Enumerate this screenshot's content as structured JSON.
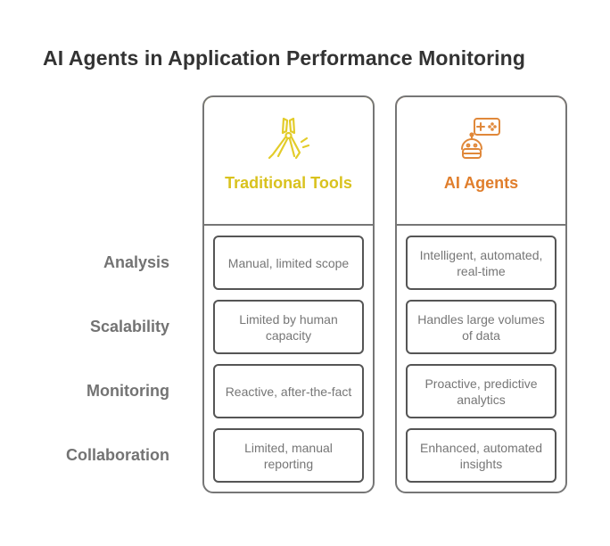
{
  "title": "AI Agents in Application Performance Monitoring",
  "columns": [
    {
      "label": "Traditional Tools",
      "icon": "pliers-tool-icon",
      "accent": "#e3cc2a",
      "cells": [
        "Manual, limited scope",
        "Limited by human capacity",
        "Reactive, after-the-fact",
        "Limited, manual reporting"
      ]
    },
    {
      "label": "AI Agents",
      "icon": "robot-gamepad-icon",
      "accent": "#e0883a",
      "cells": [
        "Intelligent, automated, real-time",
        "Handles large volumes of data",
        "Proactive, predictive analytics",
        "Enhanced, automated insights"
      ]
    }
  ],
  "rows": [
    "Analysis",
    "Scalability",
    "Monitoring",
    "Collaboration"
  ]
}
